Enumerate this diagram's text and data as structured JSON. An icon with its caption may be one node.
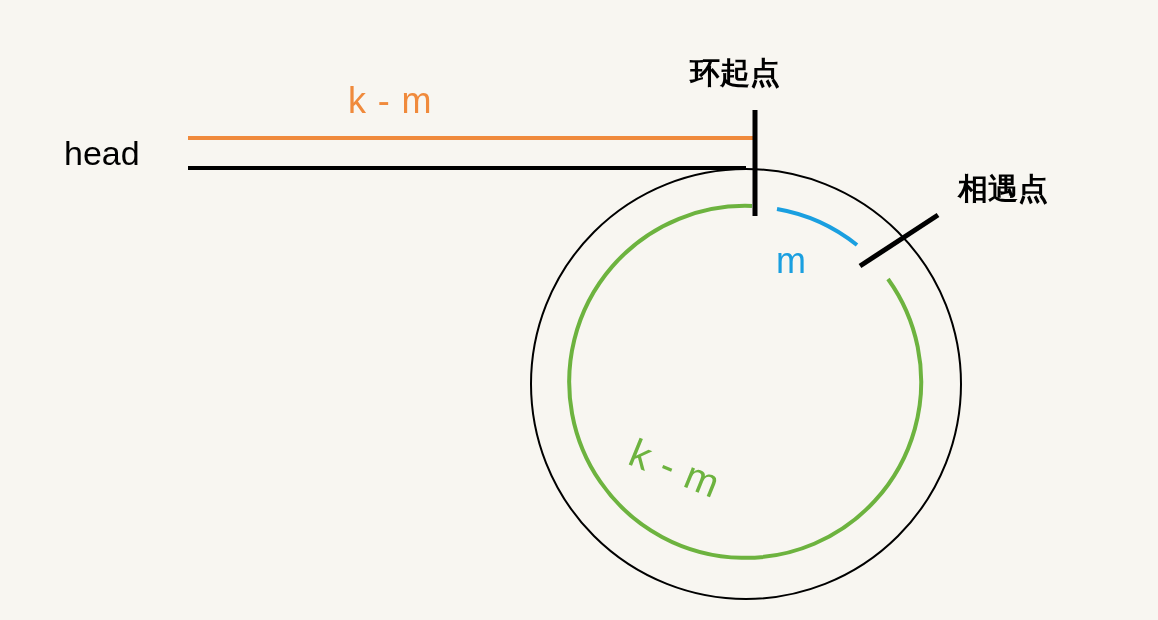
{
  "diagram": {
    "nodes": [
      {
        "text": [
          "head"
        ]
      },
      {
        "text": [],
        "shape": "circle"
      }
    ],
    "edges": [
      {
        "from": 0,
        "to": 1,
        "arrow": "none"
      }
    ],
    "labels": [
      "k - m",
      "环起点",
      "相遇点",
      "m",
      "k - m"
    ]
  }
}
